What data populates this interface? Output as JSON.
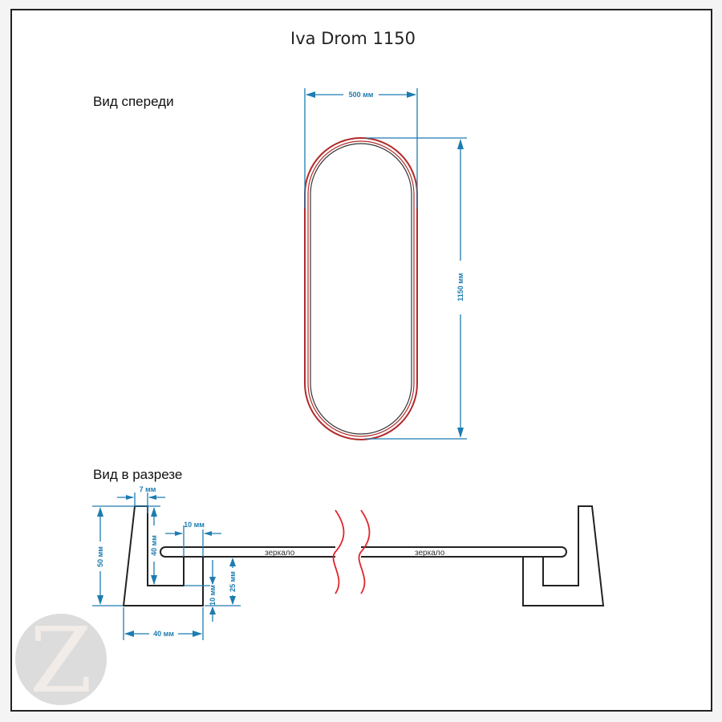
{
  "title": "Iva Drom 1150",
  "front_view": {
    "label": "Вид спереди",
    "width_dim": "500 мм",
    "height_dim": "1150 мм"
  },
  "section_view": {
    "label": "Вид в разрезе",
    "dims": {
      "top_width": "7 мм",
      "total_height": "50 мм",
      "inner_height": "40 мм",
      "shelf_width": "10 мм",
      "base_thickness": "10 мм",
      "mirror_height": "25 мм",
      "base_width": "40 мм"
    },
    "mirror_label_left": "зеркало",
    "mirror_label_right": "зеркало"
  },
  "colors": {
    "dimension": "#1d7cb0",
    "frame_outline": "#b22a2a",
    "break_line": "#e0242c",
    "outline": "#222222"
  },
  "logo": {
    "letter": "Z",
    "icon": "z-logo"
  }
}
